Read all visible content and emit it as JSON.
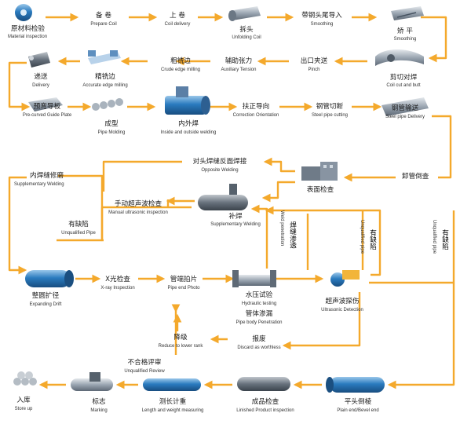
{
  "steps": [
    {
      "id": "material_inspection",
      "zh": "原材料检验",
      "en": "Material inspection"
    },
    {
      "id": "prepare_coil",
      "zh": "备 卷",
      "en": "Prepare   Coil"
    },
    {
      "id": "coil_delivery",
      "zh": "上 卷",
      "en": "Coil  delivery"
    },
    {
      "id": "unfolding_coil",
      "zh": "拆头",
      "en": "Unfolding Coil"
    },
    {
      "id": "smoothing_strip",
      "zh": "带钢头尾导入",
      "en": "Smoothing"
    },
    {
      "id": "smoothing",
      "zh": "矫 平",
      "en": "Smoothing"
    },
    {
      "id": "coil_cut_butt",
      "zh": "剪切对焊",
      "en": "Coil cut and butt"
    },
    {
      "id": "pinch",
      "zh": "出口夹送",
      "en": "Pinch"
    },
    {
      "id": "auxiliary_tension",
      "zh": "辅助张力",
      "en": "Auxiliary Tension"
    },
    {
      "id": "crude_edge_milling",
      "zh": "粗铣边",
      "en": "Crude edge milling"
    },
    {
      "id": "accurate_edge_milling",
      "zh": "精铣边",
      "en": "Accurate edge milling"
    },
    {
      "id": "delivery",
      "zh": "递送",
      "en": "Delivery"
    },
    {
      "id": "pre_curved_guide",
      "zh": "预弯导板",
      "en": "Pre-curved Guide Plate"
    },
    {
      "id": "pipe_molding",
      "zh": "成型",
      "en": "Pipe Molding"
    },
    {
      "id": "inside_outside_welding",
      "zh": "内外焊",
      "en": "Inside and outside welding"
    },
    {
      "id": "correction_orientation",
      "zh": "扶正导向",
      "en": "Correction Orientation"
    },
    {
      "id": "steel_pipe_cutting",
      "zh": "钢管切断",
      "en": "Steel pipe cutting"
    },
    {
      "id": "steel_pipe_delivery",
      "zh": "钢管输送",
      "en": "Steel pipe Delivery"
    },
    {
      "id": "unloading_pipe",
      "zh": "卸管倒查",
      "en": ""
    },
    {
      "id": "surface_inspection",
      "zh": "表面检查",
      "en": ""
    },
    {
      "id": "opposite_welding",
      "zh": "对头焊缝反面焊接",
      "en": "Opposite Welding"
    },
    {
      "id": "supplementary_welding_inner",
      "zh": "内焊缝修磨",
      "en": "Supplementary Welding"
    },
    {
      "id": "manual_ultrasonic",
      "zh": "手动超声波检查",
      "en": "Manual ultrasonic inspection"
    },
    {
      "id": "supplementary_welding",
      "zh": "补焊",
      "en": "Supplementary Welding"
    },
    {
      "id": "unqualified_pipe_left",
      "zh": "有缺陷",
      "en": "Unqualified Pipe"
    },
    {
      "id": "expanding_drift",
      "zh": "整圆扩径",
      "en": "Expanding Drift"
    },
    {
      "id": "xray_inspection",
      "zh": "X光检查",
      "en": "X-ray Inspection"
    },
    {
      "id": "pipe_end_photo",
      "zh": "管端拍片",
      "en": "Pipe end Photo"
    },
    {
      "id": "hydraulic_testing",
      "zh": "水压试验",
      "en": "Hydraulic testing"
    },
    {
      "id": "pipe_body_penetration",
      "zh": "管体渗漏",
      "en": "Pipe body Penetration"
    },
    {
      "id": "ultrasonic_detection",
      "zh": "超声波探伤",
      "en": "Ultrasonic Detection"
    },
    {
      "id": "discard_worthless",
      "zh": "报废",
      "en": "Discard as worthless"
    },
    {
      "id": "reduce_lower_rank",
      "zh": "降级",
      "en": "Reduce to lower rank"
    },
    {
      "id": "unqualified_review",
      "zh": "不合格评审",
      "en": "Unqualified Review"
    },
    {
      "id": "store_up",
      "zh": "入库",
      "en": "Store up"
    },
    {
      "id": "marking",
      "zh": "标志",
      "en": "Marking"
    },
    {
      "id": "length_weight",
      "zh": "测长计重",
      "en": "Length and weight measuring"
    },
    {
      "id": "finished_product_inspection",
      "zh": "成品检查",
      "en": "Linished Product inspection"
    },
    {
      "id": "plain_bevel_end",
      "zh": "平头倒棱",
      "en": "Plain end/Bevel end"
    }
  ],
  "vertical_labels": [
    {
      "id": "weld_penetration",
      "zh": "焊缝渗透",
      "en": "Weld penetration"
    },
    {
      "id": "unqualified_pipe_mid",
      "zh": "有缺陷",
      "en": "Unqualified pipe"
    },
    {
      "id": "unqualified_pipe_right",
      "zh": "有缺陷",
      "en": "Unqualified pipe"
    }
  ],
  "colors": {
    "arrow": "#f4a92c",
    "pipe": "#2a7bbf",
    "machine": "#8a98a8"
  }
}
